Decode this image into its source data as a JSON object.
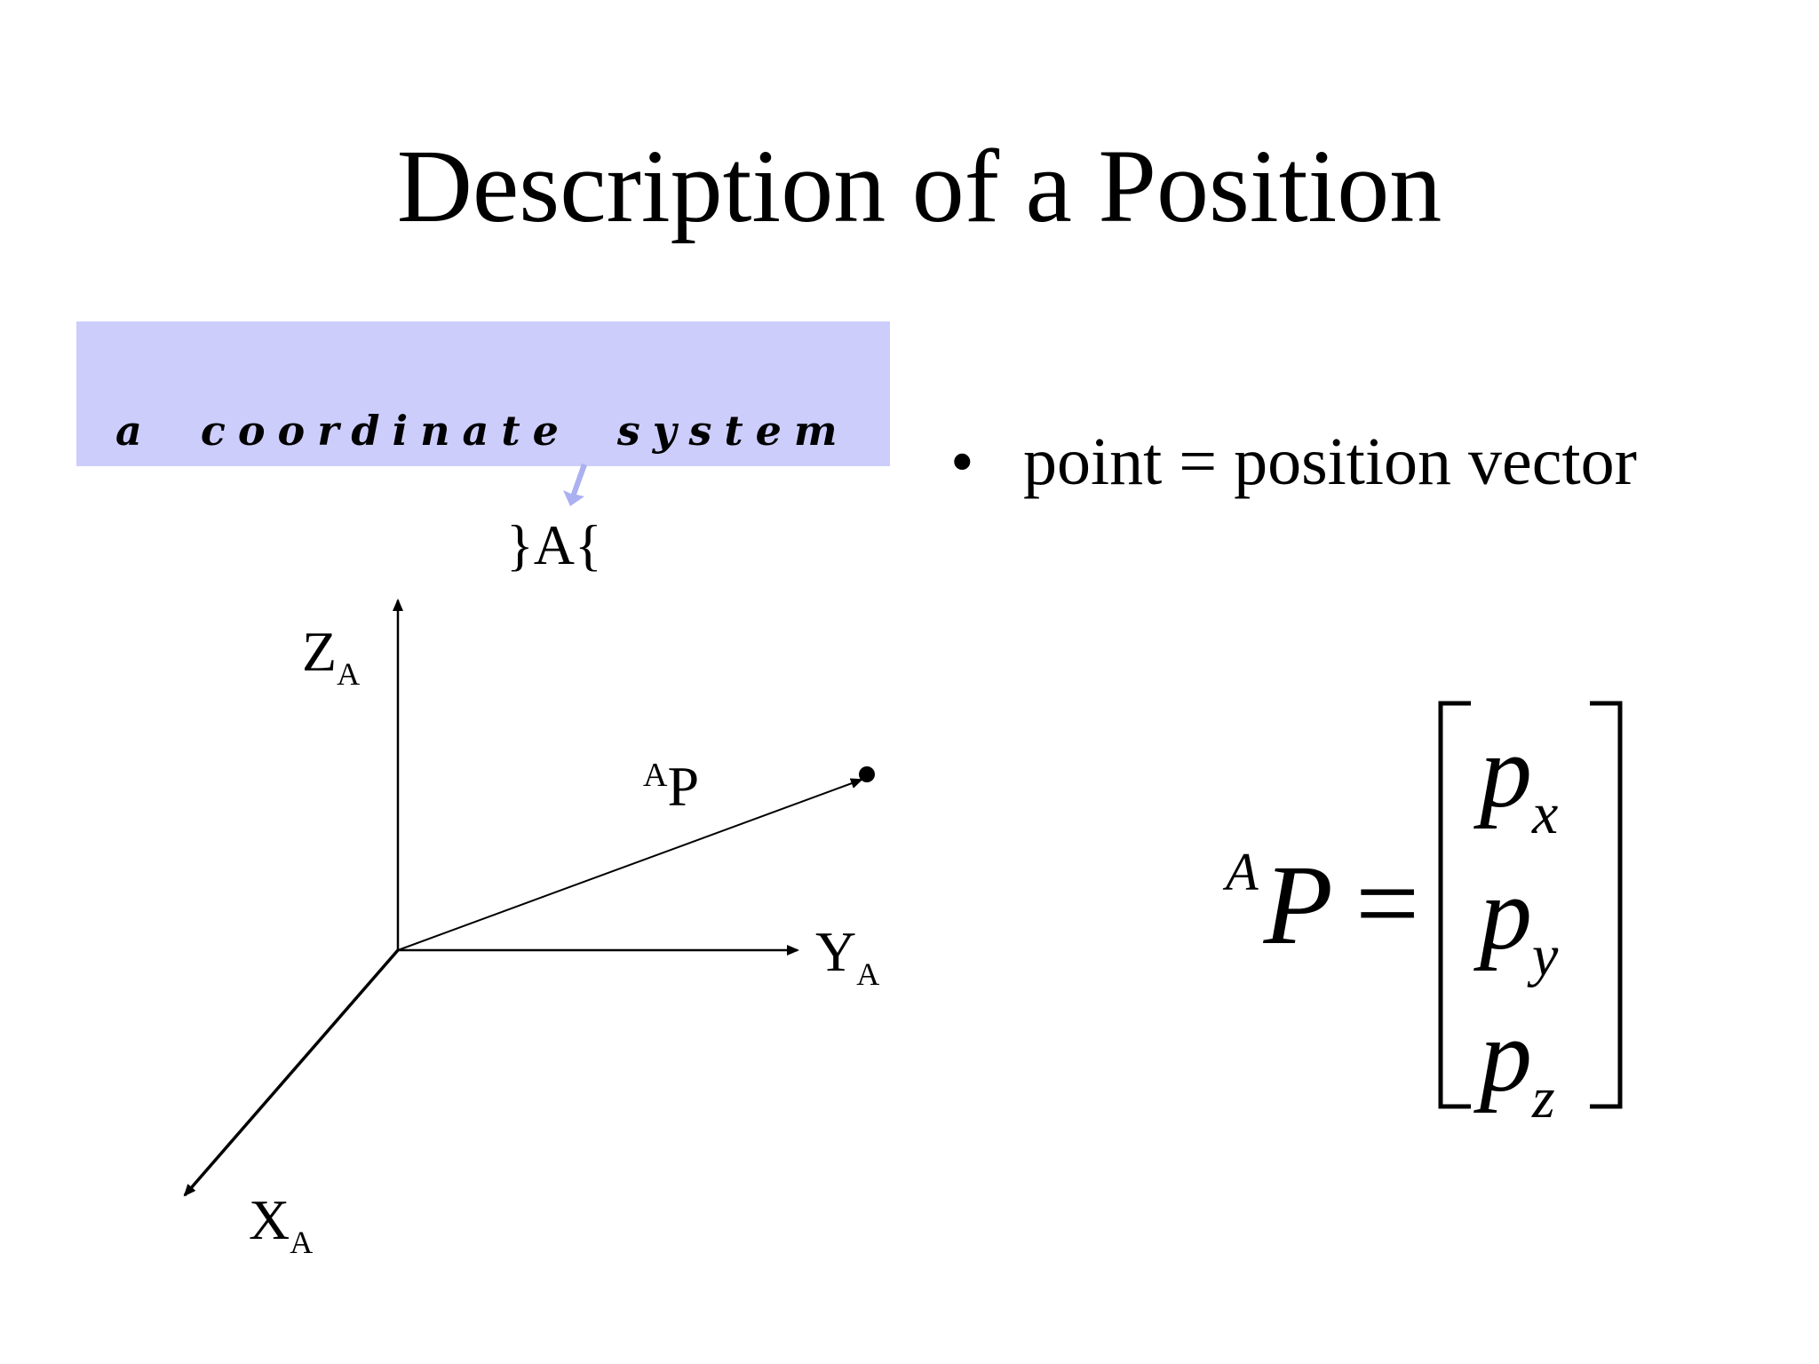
{
  "slide": {
    "title": "Description of a Position",
    "callout": "a coordinate system",
    "frame_label": "}A{",
    "bullet": {
      "marker": "•",
      "text": "point = position vector"
    }
  },
  "diagram": {
    "axis_z": {
      "letter": "Z",
      "subscript": "A"
    },
    "axis_y": {
      "letter": "Y",
      "subscript": "A"
    },
    "axis_x": {
      "letter": "X",
      "subscript": "A"
    },
    "vector": {
      "superscript": "A",
      "letter": "P"
    }
  },
  "equation": {
    "lhs_superscript": "A",
    "lhs_letter": "P",
    "equals": "=",
    "entries": [
      {
        "letter": "p",
        "subscript": "x"
      },
      {
        "letter": "p",
        "subscript": "y"
      },
      {
        "letter": "p",
        "subscript": "z"
      }
    ]
  },
  "colors": {
    "callout_fill": "#cccdfb",
    "callout_arrow": "#aab0f0",
    "ink": "#000000"
  }
}
